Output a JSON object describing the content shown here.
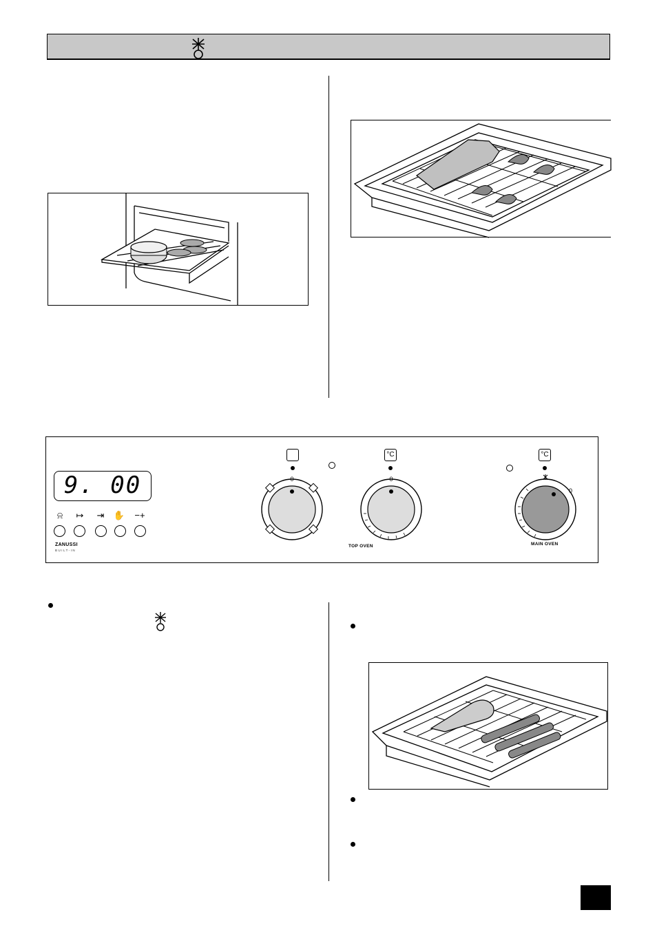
{
  "header": {
    "icon": "grill-symbol-icon"
  },
  "control_panel": {
    "clock_display": "9. 00",
    "clock_buttons": [
      {
        "icon": "bell-icon",
        "glyph": "⍾"
      },
      {
        "icon": "cook-time-icon",
        "glyph": "↦"
      },
      {
        "icon": "end-time-icon",
        "glyph": "⇥"
      },
      {
        "icon": "manual-hand-icon",
        "glyph": "✋"
      },
      {
        "icon": "minus-plus-icon",
        "glyph": "−+"
      }
    ],
    "brand": "ZANUSSI",
    "brand_sub": "BUILT-IN",
    "knobs": [
      {
        "id": "grill",
        "zero_mark": "0"
      },
      {
        "id": "top-oven",
        "zero_mark": "0",
        "label": "TOP OVEN",
        "unit": "°C"
      },
      {
        "id": "main-oven",
        "zero_mark": "0",
        "label": "MAIN OVEN",
        "unit": "°C"
      }
    ]
  }
}
